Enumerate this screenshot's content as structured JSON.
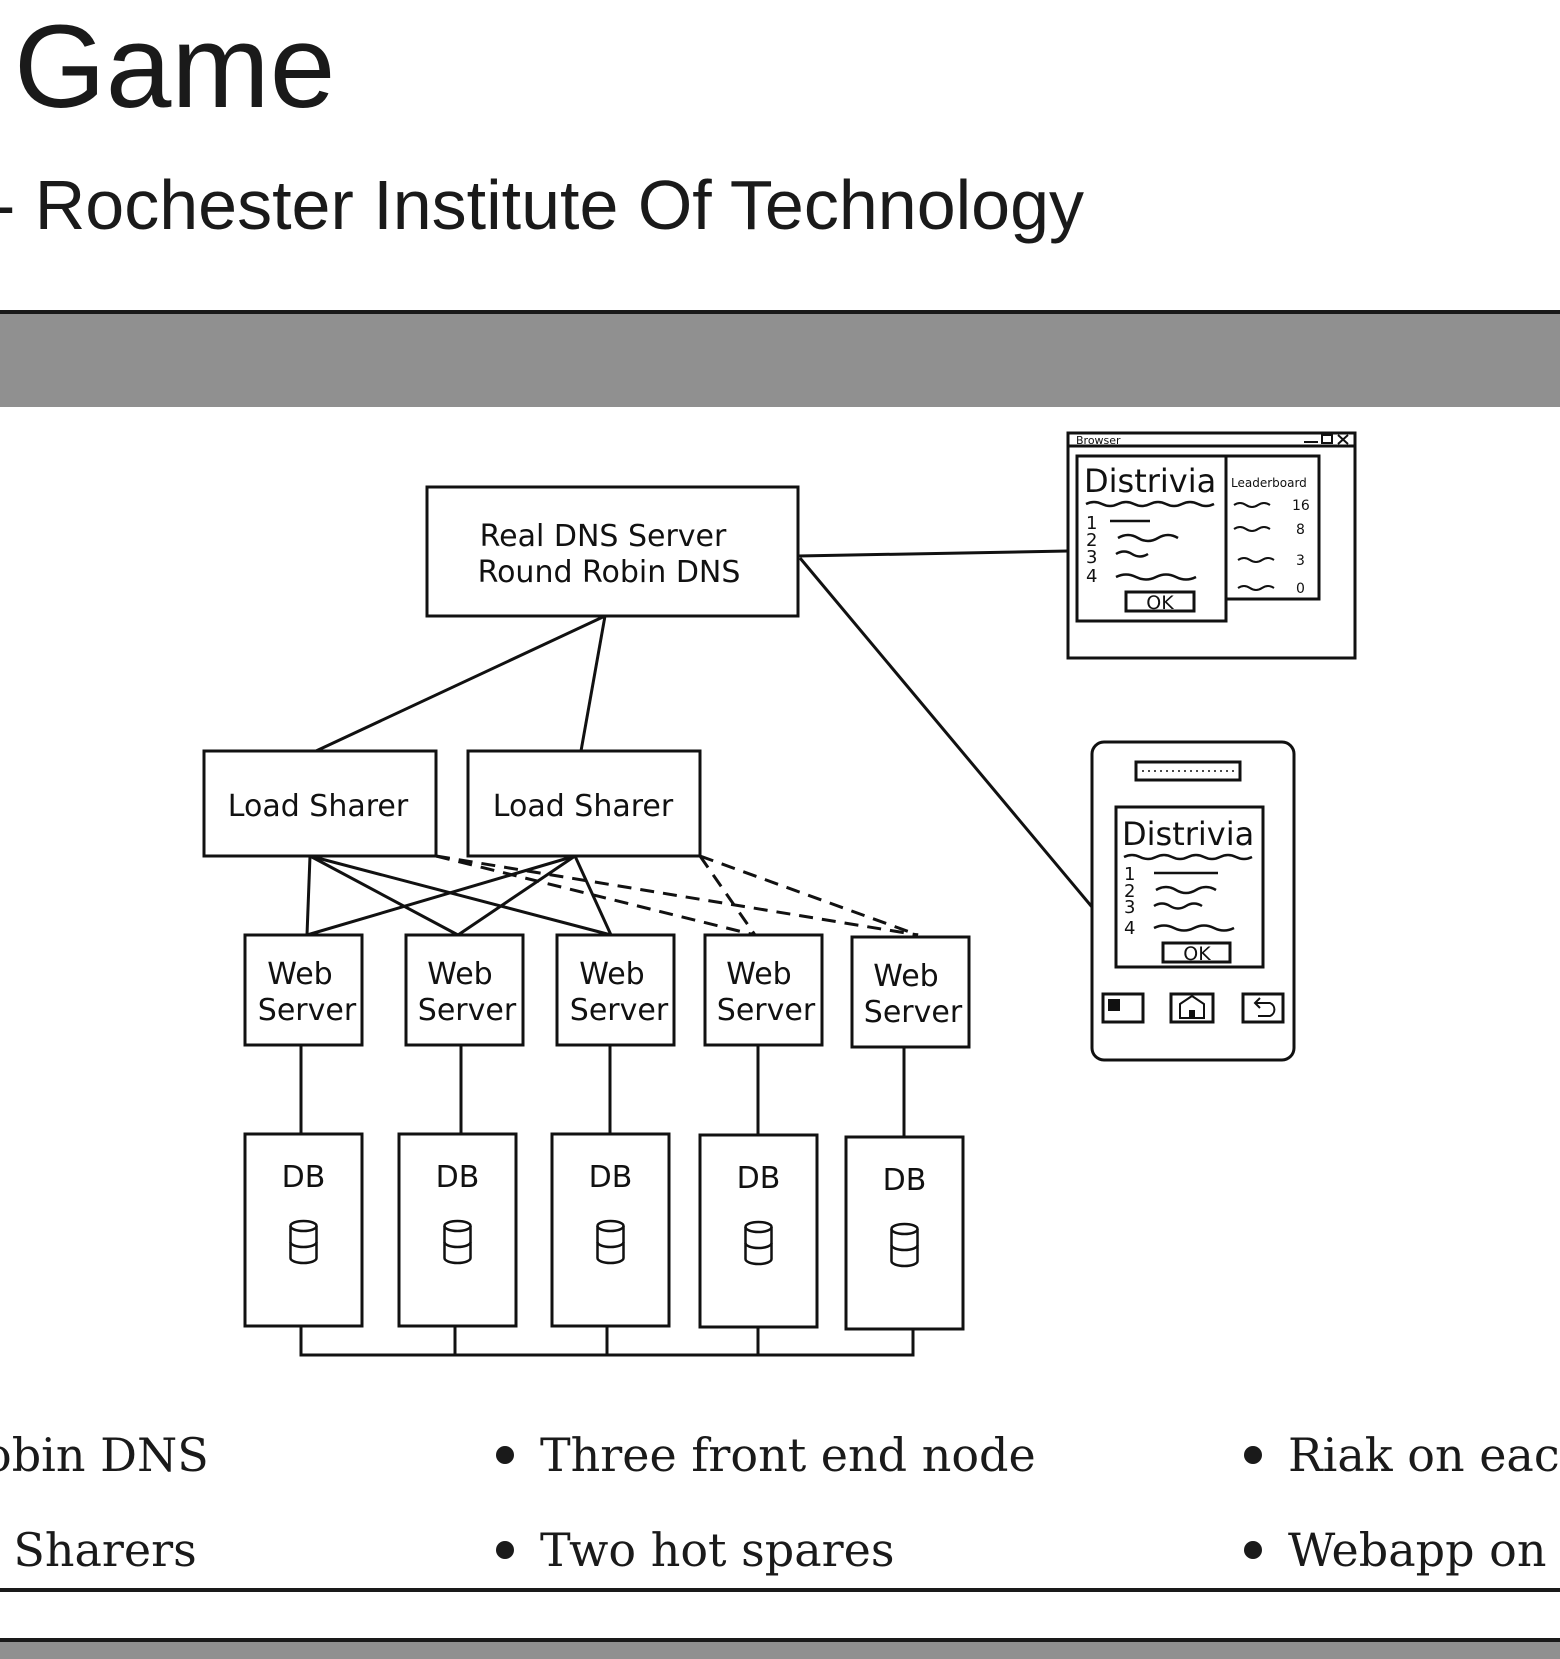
{
  "header": {
    "title": "Game",
    "subtitle": "- Rochester Institute Of Technology"
  },
  "diagram": {
    "dns": {
      "line1": "Real DNS Server",
      "line2": "Round Robin DNS"
    },
    "load_sharers": [
      "Load Sharer",
      "Load Sharer"
    ],
    "web_servers": [
      {
        "line1": "Web",
        "line2": "Server"
      },
      {
        "line1": "Web",
        "line2": "Server"
      },
      {
        "line1": "Web",
        "line2": "Server"
      },
      {
        "line1": "Web",
        "line2": "Server"
      },
      {
        "line1": "Web",
        "line2": "Server"
      }
    ],
    "dbs": [
      "DB",
      "DB",
      "DB",
      "DB",
      "DB"
    ],
    "browser": {
      "window_title": "Browser",
      "app_name": "Distrivia",
      "leaderboard_title": "Leaderboard",
      "leaderboard_scores": [
        "16",
        "8",
        "3",
        "0"
      ],
      "list_numbers": [
        "1",
        "2",
        "3",
        "4"
      ],
      "ok_label": "OK"
    },
    "phone": {
      "app_name": "Distrivia",
      "list_numbers": [
        "1",
        "2",
        "3",
        "4"
      ],
      "ok_label": "OK",
      "buttons": [
        "menu-icon",
        "home-icon",
        "back-icon"
      ]
    }
  },
  "bullets": {
    "col1": [
      "obin DNS",
      "l Sharers"
    ],
    "col2": [
      "Three front end node",
      "Two hot spares"
    ],
    "col3": [
      "Riak on each",
      "Webapp on e"
    ]
  }
}
